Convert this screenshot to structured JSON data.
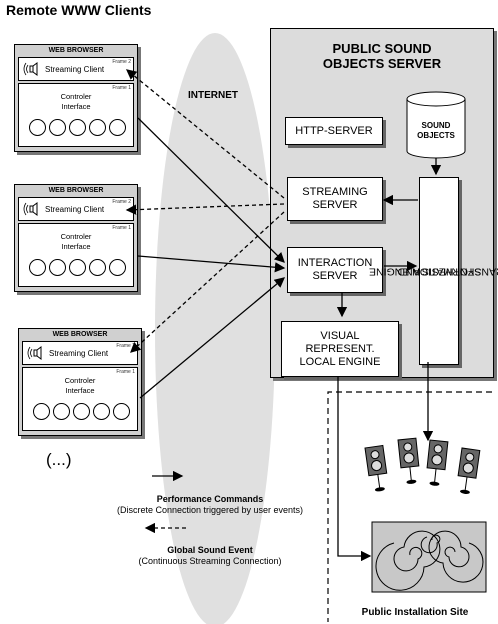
{
  "title": "Remote WWW Clients",
  "internet_label": "INTERNET",
  "browsers": [
    {
      "header": "WEB BROWSER",
      "frame2_label": "Frame 2",
      "streaming_client": "Streaming Client",
      "frame1_label": "Frame 1",
      "interface_line1": "Controler",
      "interface_line2": "Interface"
    },
    {
      "header": "WEB BROWSER",
      "frame2_label": "Frame 2",
      "streaming_client": "Streaming Client",
      "frame1_label": "Frame 1",
      "interface_line1": "Controler",
      "interface_line2": "Interface"
    },
    {
      "header": "WEB BROWSER",
      "frame2_label": "Frame 2",
      "streaming_client": "Streaming Client",
      "frame1_label": "Frame 1",
      "interface_line1": "Controler",
      "interface_line2": "Interface"
    }
  ],
  "ellipsis": "(...)",
  "server": {
    "title_line1": "PUBLIC SOUND",
    "title_line2": "OBJECTS SERVER",
    "http_server": "HTTP-SERVER",
    "sound_objects_line1": "SOUND",
    "sound_objects_line2": "OBJECTS",
    "streaming_line1": "STREAMING",
    "streaming_line2": "SERVER",
    "interaction_line1": "INTERACTION",
    "interaction_line2": "SERVER",
    "visual_line1": "VISUAL",
    "visual_line2": "REPRESENT.",
    "visual_line3": "LOCAL ENGINE",
    "synthesis_line1": "SYNTHESIS AND",
    "synthesis_line2": "TRANSFORMATION ENGINE"
  },
  "legend": {
    "perf_title": "Performance Commands",
    "perf_desc": "(Discrete Connection triggered by user events)",
    "global_title": "Global Sound Event",
    "global_desc": "(Continuous Streaming Connection)"
  },
  "installation_label": "Public Installation Site"
}
